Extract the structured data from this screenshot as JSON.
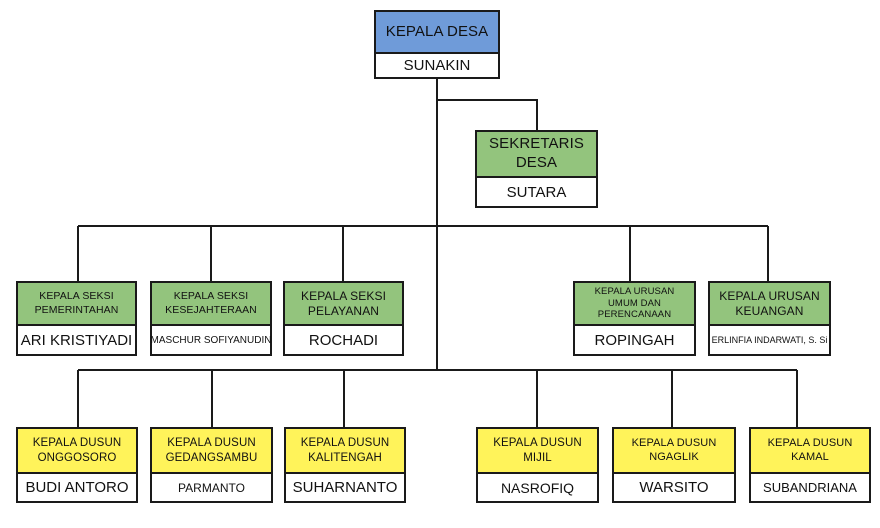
{
  "colors": {
    "head": "#6f9bd9",
    "staff": "#93c47d",
    "dusun": "#fff35a",
    "line": "#1a1a1a"
  },
  "head": {
    "role": "KEPALA DESA",
    "name": "SUNAKIN"
  },
  "secretary": {
    "role": "SEKRETARIS DESA",
    "name": "SUTARA"
  },
  "sections": [
    {
      "role": "KEPALA SEKSI\nPEMERINTAHAN",
      "name": "ARI KRISTIYADI"
    },
    {
      "role": "KEPALA SEKSI\nKESEJAHTERAAN",
      "name": "MASCHUR SOFIYANUDIN"
    },
    {
      "role": "KEPALA SEKSI\nPELAYANAN",
      "name": "ROCHADI"
    }
  ],
  "affairs": [
    {
      "role": "KEPALA URUSAN UMUM DAN\nPERENCANAAN",
      "name": "ROPINGAH"
    },
    {
      "role": "KEPALA URUSAN\nKEUANGAN",
      "name": "ERLINFIA INDARWATI, S. Si"
    }
  ],
  "dusun": [
    {
      "role": "KEPALA DUSUN\nONGGOSORO",
      "name": "BUDI ANTORO"
    },
    {
      "role": "KEPALA DUSUN\nGEDANGSAMBU",
      "name": "PARMANTO"
    },
    {
      "role": "KEPALA DUSUN\nKALITENGAH",
      "name": "SUHARNANTO"
    },
    {
      "role": "KEPALA DUSUN MIJIL",
      "name": "NASROFIQ"
    },
    {
      "role": "KEPALA DUSUN NGAGLIK",
      "name": "WARSITO"
    },
    {
      "role": "KEPALA DUSUN KAMAL",
      "name": "SUBANDRIANA"
    }
  ]
}
